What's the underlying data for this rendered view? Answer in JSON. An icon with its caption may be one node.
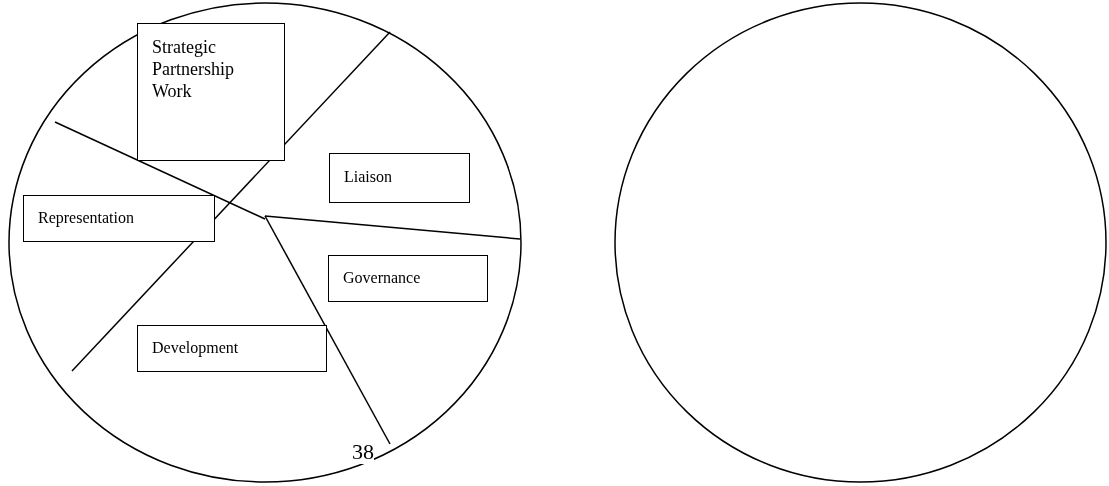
{
  "diagram": {
    "nodes": [
      {
        "text": [],
        "shape": "circle"
      },
      {
        "text": [
          "Strategic Partnership Work"
        ],
        "in": 0
      },
      {
        "text": [
          "Liaison"
        ],
        "in": 0
      },
      {
        "text": [
          "Representation"
        ],
        "in": 0
      },
      {
        "text": [
          "Governance"
        ],
        "in": 0
      },
      {
        "text": [
          "Development"
        ],
        "in": 0
      },
      {
        "text": [],
        "shape": "circle"
      }
    ],
    "edges": [],
    "labels": [
      "38"
    ]
  }
}
